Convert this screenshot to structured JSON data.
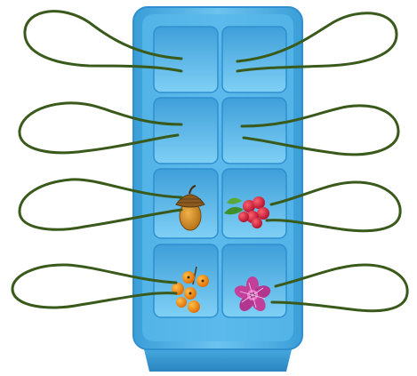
{
  "scene": {
    "tray_color": "#4aa9dd",
    "tray_edge_color": "#2b86c4",
    "compartment_color": "#5ab9ec",
    "outline_color": "#3a5a1c",
    "compartments": [
      {
        "slot": "row1-left",
        "content": "empty",
        "filled": false
      },
      {
        "slot": "row1-right",
        "content": "empty",
        "filled": false
      },
      {
        "slot": "row2-left",
        "content": "empty",
        "filled": false
      },
      {
        "slot": "row2-right",
        "content": "empty",
        "filled": false
      },
      {
        "slot": "row3-left",
        "content": "acorn-icon",
        "filled": true
      },
      {
        "slot": "row3-right",
        "content": "berries-icon",
        "filled": true
      },
      {
        "slot": "row4-left",
        "content": "orange-berries-icon",
        "filled": true
      },
      {
        "slot": "row4-right",
        "content": "flower-icon",
        "filled": true
      }
    ]
  }
}
